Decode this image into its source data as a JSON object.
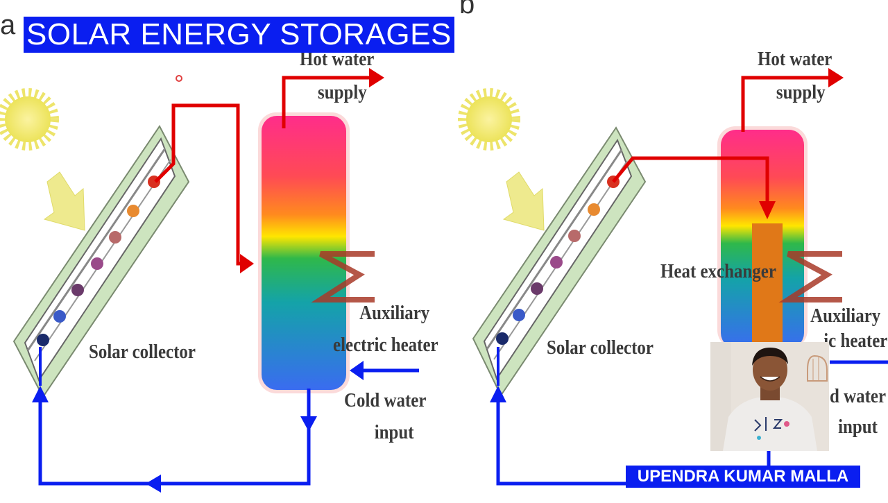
{
  "title": "SOLAR ENERGY STORAGES",
  "presenter": "UPENDRA KUMAR MALLA",
  "panel_a": {
    "letter": "a",
    "hot_water_line1": "Hot water",
    "hot_water_line2": "supply",
    "collector": "Solar collector",
    "auxiliary_line1": "Auxiliary",
    "auxiliary_line2": "electric heater",
    "cold_water_line1": "Cold water",
    "cold_water_line2": "input"
  },
  "panel_b": {
    "letter": "b",
    "hot_water_line1": "Hot water",
    "hot_water_line2": "supply",
    "collector": "Solar collector",
    "heat_exchanger": "Heat exchanger",
    "auxiliary_line1": "Auxiliary",
    "auxiliary_line2": "ic heater",
    "cold_water_line1": "d water",
    "cold_water_line2": "input"
  },
  "colors": {
    "banner": "#0a1ef0",
    "hot_pipe": "#e00000",
    "cold_pipe": "#0a1ef0",
    "sun": "#f2e96a",
    "heater": "#a83a28",
    "exchanger": "#e07818"
  }
}
